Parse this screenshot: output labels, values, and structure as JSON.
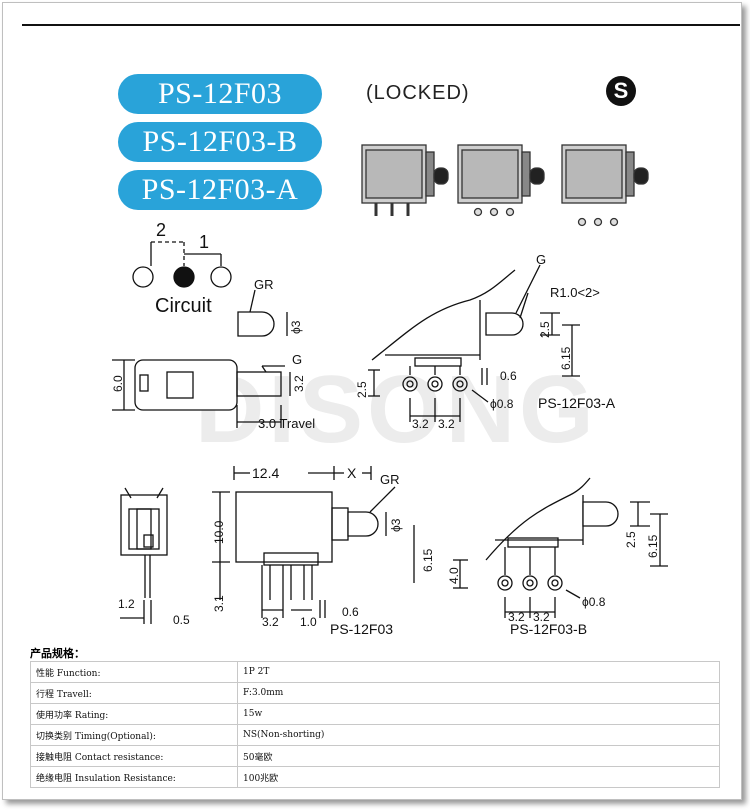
{
  "models": [
    "PS-12F03",
    "PS-12F03-B",
    "PS-12F03-A"
  ],
  "locked_label": "(LOCKED)",
  "s_mark": "S",
  "watermark": "DISONG",
  "circuit": {
    "label": "Circuit",
    "pos1": "1",
    "pos2": "2"
  },
  "labels": {
    "gr": "GR",
    "g": "G",
    "phi3": "ϕ3",
    "phi08": "ϕ0.8",
    "r10": "R1.0<2>",
    "d25": "2.5",
    "d615": "6.15",
    "d06": "0.6",
    "d32": "3.2",
    "d60": "6.0",
    "d124": "12.4",
    "dx": "X",
    "d100": "10.0",
    "d31": "3.1",
    "d10": "1.0",
    "d12": "1.2",
    "d05": "0.5",
    "d40": "4.0",
    "travel": "3.0 Travel",
    "name_a": "PS-12F03-A",
    "name_main": "PS-12F03",
    "name_b": "PS-12F03-B"
  },
  "spec_title": "产品规格：",
  "specs": [
    {
      "key": "性能 Function:",
      "value": "1P 2T"
    },
    {
      "key": "行程 Travell:",
      "value": "F:3.0mm"
    },
    {
      "key": "使用功率 Rating:",
      "value": "15w"
    },
    {
      "key": "切换类别 Timing(Optional):",
      "value": "NS(Non-shorting)"
    },
    {
      "key": "接触电阻 Contact resistance:",
      "value": "50毫欧"
    },
    {
      "key": "绝缘电阻 Insulation Resistance:",
      "value": "100兆欧"
    }
  ]
}
